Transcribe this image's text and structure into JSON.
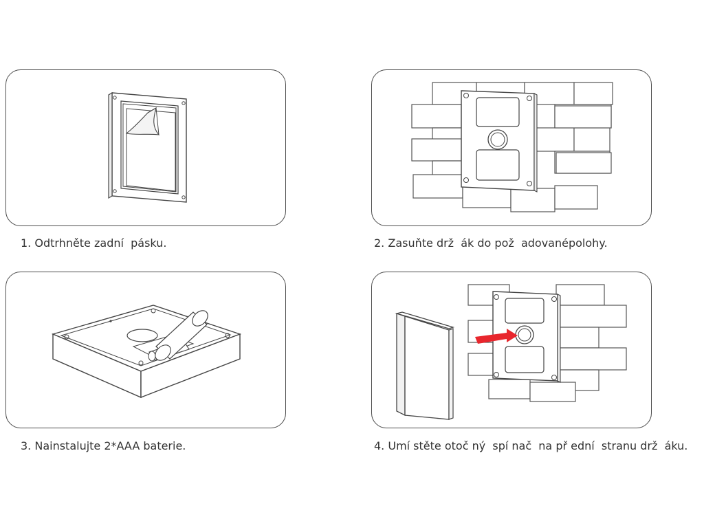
{
  "steps": [
    {
      "caption": "1. Odtrhněte zadní  pásku."
    },
    {
      "caption": "2. Zasuňte drž  ák do pož  adovanépolohy."
    },
    {
      "caption": "3. Nainstalujte 2*AAA baterie."
    },
    {
      "caption": "4. Umí stěte otoč ný  spí nač  na př ední  stranu drž  áku."
    }
  ],
  "colors": {
    "outline": "#4a4a4a",
    "arrow": "#e8262d",
    "brick_stroke": "#555555"
  }
}
